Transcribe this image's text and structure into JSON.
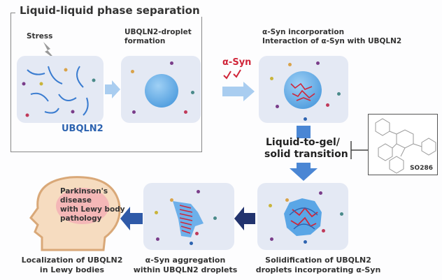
{
  "title": "Liquid-liquid phase separation",
  "labels": {
    "stress": "Stress",
    "ubqln2": "UBQLN2",
    "droplet_formation": "UBQLN2-droplet\nformation",
    "asyn_red": "α-Syn",
    "incorporation": "α-Syn incorporation\nInteraction of α-Syn with UBQLN2",
    "transition_line1": "Liquid-to-gel/",
    "transition_line2": "solid transition",
    "compound": "SO286",
    "head_text": "Parkinson's\ndisease\nwith Lewy body\npathology"
  },
  "captions": {
    "lewy": "Localization of UBQLN2\nin Lewy bodies",
    "aggregation": "α-Syn aggregation\nwithin UBQLN2 droplets",
    "solidification": "Solidification of UBQLN2\ndroplets incorporating α-Syn"
  },
  "colors": {
    "arrow_light": "#9fc3ea",
    "arrow_mid": "#4a86d4",
    "arrow_dark": "#2a3f8a",
    "asyn": "#d0263a",
    "ubqln2": "#2d63b0",
    "panel": "#e4e9f4"
  }
}
